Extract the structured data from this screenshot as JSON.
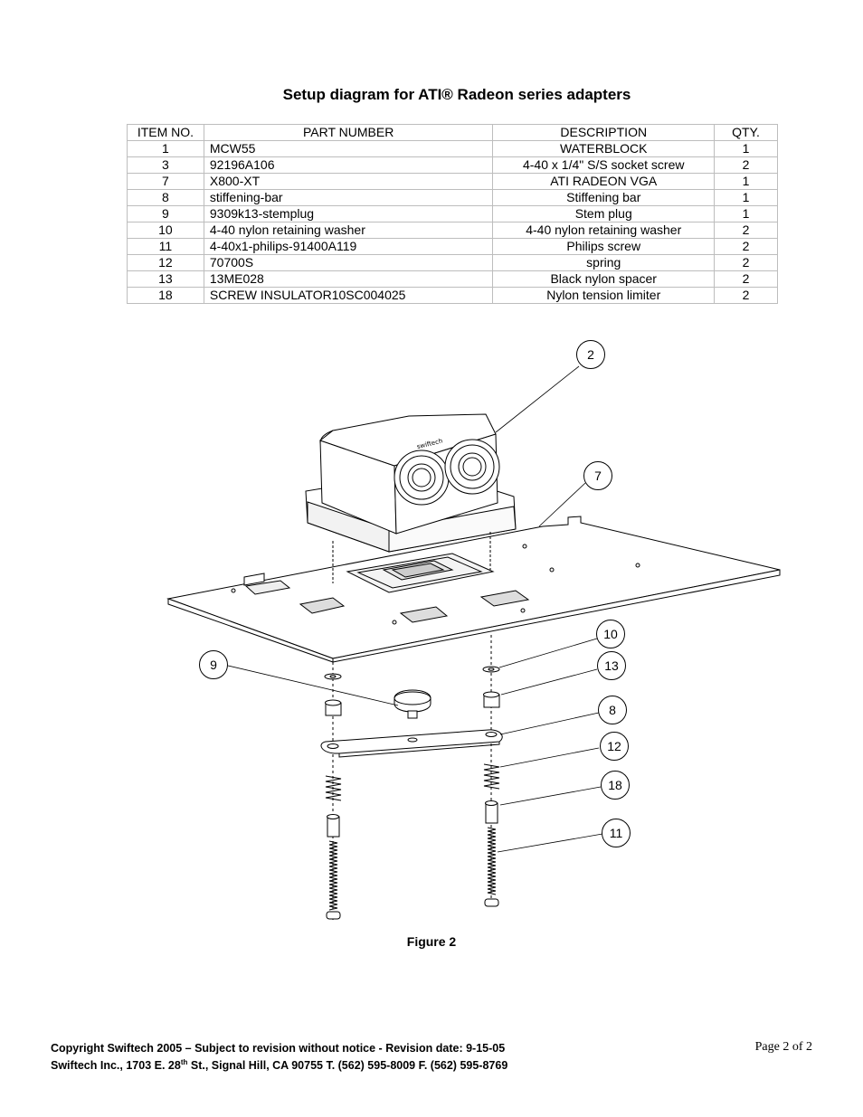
{
  "title": "Setup diagram for ATI® Radeon series adapters",
  "table": {
    "headers": {
      "item": "ITEM NO.",
      "part": "PART NUMBER",
      "desc": "DESCRIPTION",
      "qty": "QTY."
    },
    "rows": [
      {
        "item": "1",
        "part": "MCW55",
        "desc": "WATERBLOCK",
        "qty": "1"
      },
      {
        "item": "3",
        "part": "92196A106",
        "desc": "4-40 x 1/4\" S/S socket screw",
        "qty": "2"
      },
      {
        "item": "7",
        "part": "X800-XT",
        "desc": "ATI RADEON VGA",
        "qty": "1"
      },
      {
        "item": "8",
        "part": "stiffening-bar",
        "desc": "Stiffening bar",
        "qty": "1"
      },
      {
        "item": "9",
        "part": "9309k13-stemplug",
        "desc": "Stem plug",
        "qty": "1"
      },
      {
        "item": "10",
        "part": "4-40 nylon retaining washer",
        "desc": "4-40 nylon retaining washer",
        "qty": "2"
      },
      {
        "item": "11",
        "part": "4-40x1-philips-91400A119",
        "desc": "Philips screw",
        "qty": "2"
      },
      {
        "item": "12",
        "part": "70700S",
        "desc": "spring",
        "qty": "2"
      },
      {
        "item": "13",
        "part": "13ME028",
        "desc": "Black nylon spacer",
        "qty": "2"
      },
      {
        "item": "18",
        "part": "SCREW INSULATOR10SC004025",
        "desc": "Nylon tension limiter",
        "qty": "2"
      }
    ]
  },
  "callouts": {
    "c2": "2",
    "c7": "7",
    "c10": "10",
    "c9": "9",
    "c13": "13",
    "c8": "8",
    "c12": "12",
    "c18": "18",
    "c11": "11"
  },
  "figure_caption": "Figure 2",
  "footer": {
    "line1": "Copyright Swiftech 2005 – Subject to revision without notice - Revision date: 9-15-05",
    "line2_a": "Swiftech Inc., 1703 E. 28",
    "line2_sup": "th",
    "line2_b": " St., Signal Hill, CA 90755 T. (562) 595-8009 F. (562) 595-8769",
    "page": "Page 2 of 2"
  }
}
